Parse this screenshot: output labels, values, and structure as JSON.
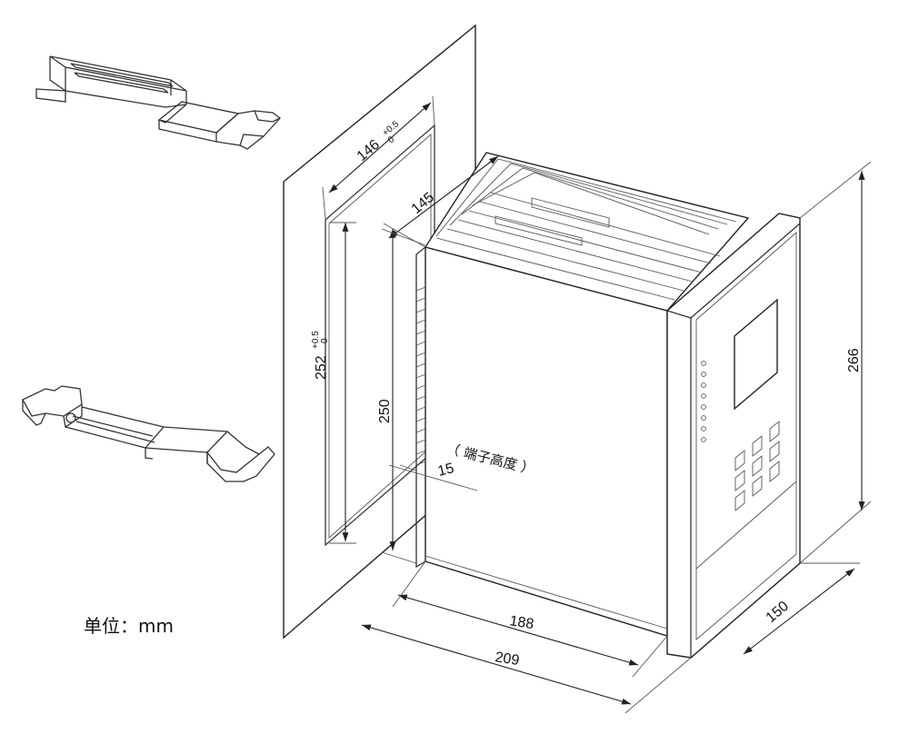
{
  "unit_label": "单位：mm",
  "dimensions": {
    "cutout_width": "146",
    "cutout_width_tol_upper": "+0.5",
    "cutout_width_tol_lower": "0",
    "cutout_height": "252",
    "cutout_height_tol_upper": "+0.5",
    "cutout_height_tol_lower": "0",
    "case_width": "145",
    "case_height": "250",
    "terminal_height": "15",
    "terminal_note": "（ 端子高度 ）",
    "body_depth": "188",
    "total_depth": "209",
    "panel_height": "266",
    "panel_width": "150"
  }
}
